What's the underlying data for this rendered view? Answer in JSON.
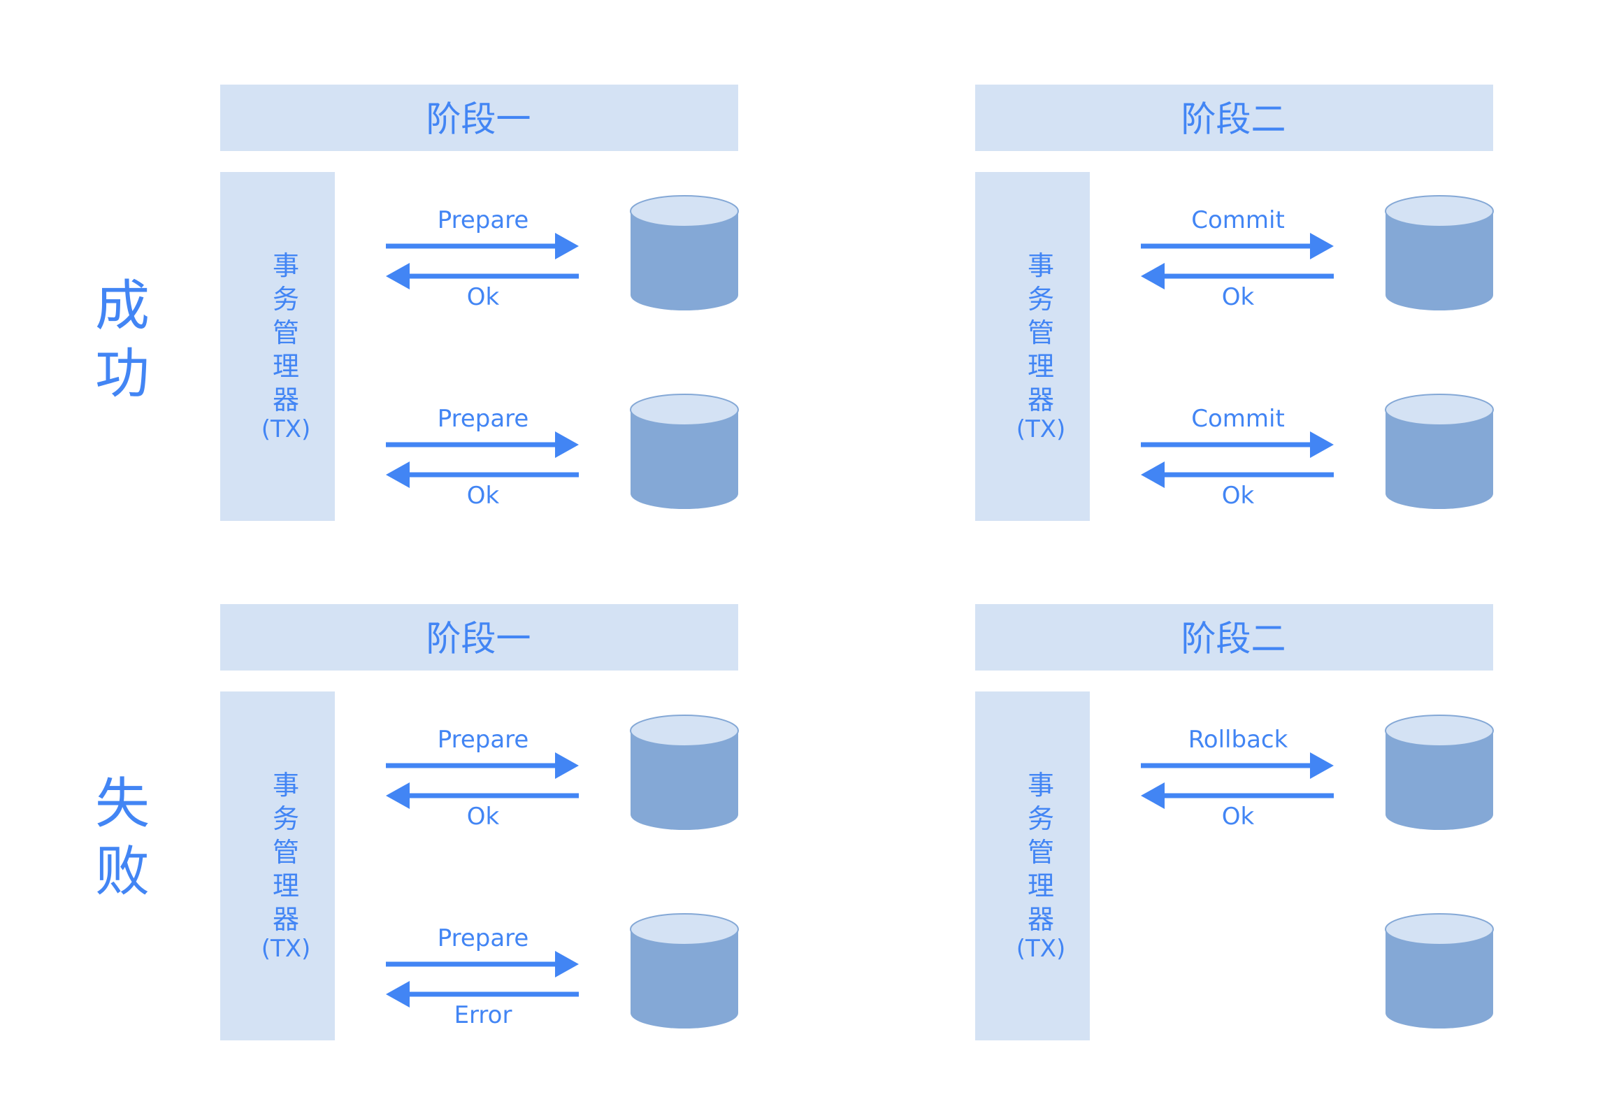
{
  "colors": {
    "accent": "#4285f4",
    "panel_fill": "#d4e2f4",
    "db_body": "#84a8d6",
    "db_top": "#d4e2f4",
    "background": "#ffffff"
  },
  "rows": [
    {
      "label_chars": [
        "成",
        "功"
      ],
      "phases": [
        {
          "title": "阶段一",
          "tx_chars": [
            "事",
            "务",
            "管",
            "理",
            "器"
          ],
          "tx_suffix": "(TX)",
          "lanes": [
            {
              "request": "Prepare",
              "response": "Ok",
              "has_database": true
            },
            {
              "request": "Prepare",
              "response": "Ok",
              "has_database": true
            }
          ]
        },
        {
          "title": "阶段二",
          "tx_chars": [
            "事",
            "务",
            "管",
            "理",
            "器"
          ],
          "tx_suffix": "(TX)",
          "lanes": [
            {
              "request": "Commit",
              "response": "Ok",
              "has_database": true
            },
            {
              "request": "Commit",
              "response": "Ok",
              "has_database": true
            }
          ]
        }
      ]
    },
    {
      "label_chars": [
        "失",
        "败"
      ],
      "phases": [
        {
          "title": "阶段一",
          "tx_chars": [
            "事",
            "务",
            "管",
            "理",
            "器"
          ],
          "tx_suffix": "(TX)",
          "lanes": [
            {
              "request": "Prepare",
              "response": "Ok",
              "has_database": true
            },
            {
              "request": "Prepare",
              "response": "Error",
              "has_database": true
            }
          ]
        },
        {
          "title": "阶段二",
          "tx_chars": [
            "事",
            "务",
            "管",
            "理",
            "器"
          ],
          "tx_suffix": "(TX)",
          "lanes": [
            {
              "request": "Rollback",
              "response": "Ok",
              "has_database": true
            },
            {
              "request": "",
              "response": "",
              "has_database": true
            }
          ]
        }
      ]
    }
  ]
}
